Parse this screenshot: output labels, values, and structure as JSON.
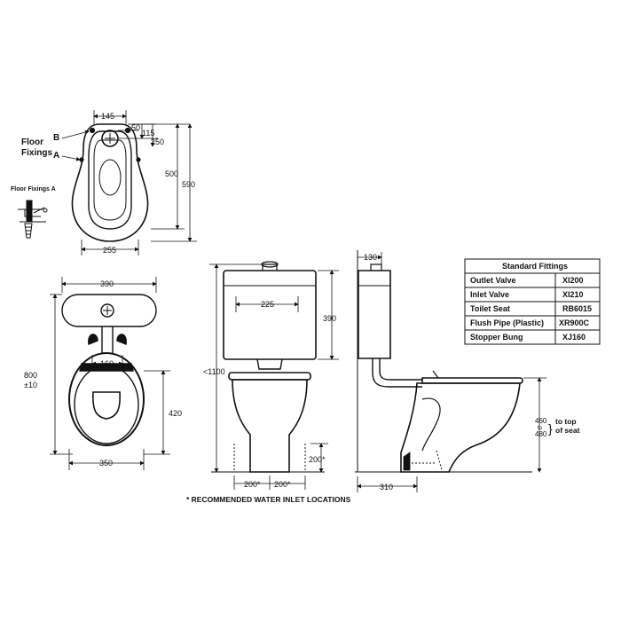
{
  "plan": {
    "label_floor": "Floor",
    "label_fixings": "Fixings",
    "label_b": "B",
    "label_a": "A",
    "label_floor_fixings_a": "Floor Fixings A",
    "dim_145": "145",
    "dim_50": "50",
    "dim_115": "115",
    "dim_250": "250",
    "dim_500": "500",
    "dim_590": "590",
    "dim_255": "255"
  },
  "top_view": {
    "dim_390": "390",
    "dim_160": "160",
    "dim_800": "800",
    "dim_pm10": "±10",
    "dim_420": "420",
    "dim_350": "350"
  },
  "front_view": {
    "dim_225": "225",
    "dim_390": "390",
    "dim_1100": "<1100",
    "dim_200_left": "200*",
    "dim_200_right": "200*",
    "dim_200_height": "200*",
    "note": "* RECOMMENDED WATER INLET LOCATIONS"
  },
  "side_view": {
    "dim_130": "130",
    "dim_310": "310",
    "dim_460": "460",
    "dim_to": "to",
    "dim_480": "480",
    "to_top": "to top",
    "of_seat": "of seat"
  },
  "fittings_table": {
    "title": "Standard Fittings",
    "rows": [
      {
        "name": "Outlet Valve",
        "code": "XI200"
      },
      {
        "name": "Inlet Valve",
        "code": "XI210"
      },
      {
        "name": "Toilet Seat",
        "code": "RB6015"
      },
      {
        "name": "Flush Pipe (Plastic)",
        "code": "XR900C"
      },
      {
        "name": "Stopper Bung",
        "code": "XJ160"
      }
    ]
  }
}
